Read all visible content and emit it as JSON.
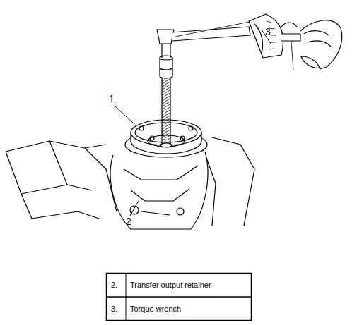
{
  "diagram": {
    "labels": [
      "3",
      "1",
      "2",
      "2.",
      "Transfer output retainer",
      "3.",
      "Torque wrench"
    ]
  }
}
